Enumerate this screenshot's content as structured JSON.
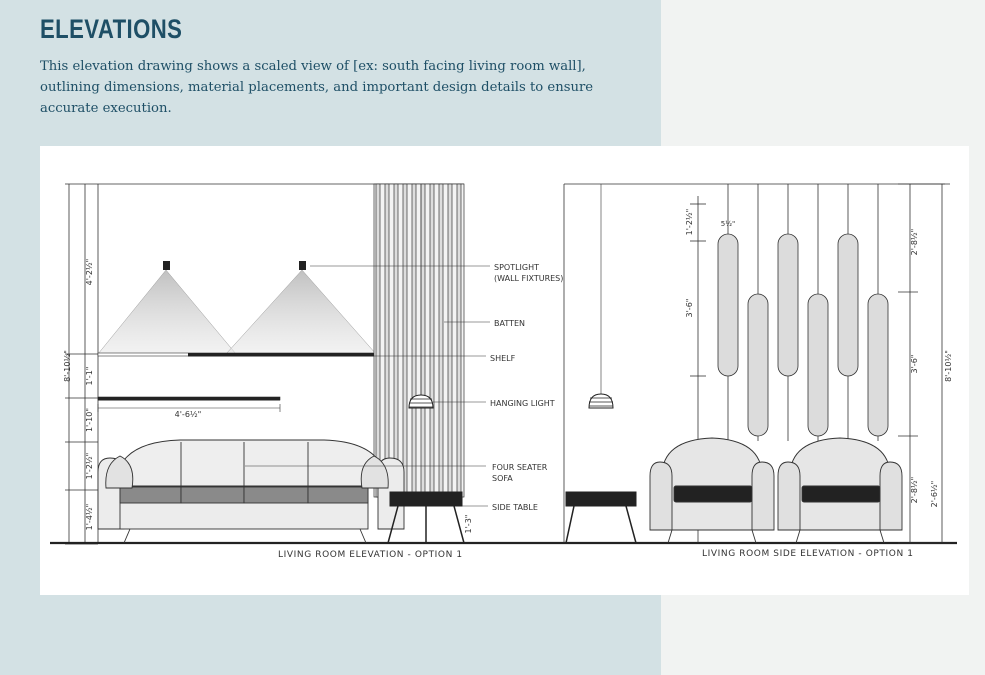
{
  "page": {
    "title": "ELEVATIONS",
    "description": "This elevation drawing shows a scaled view of [ex: south facing living room wall], outlining dimensions, material placements, and important design details to ensure accurate execution."
  },
  "colors": {
    "left_panel": "#d3e1e4",
    "right_panel": "#f1f3f2",
    "heading": "#1e4f66",
    "drawing_bg": "#ffffff",
    "line": "#333333"
  },
  "drawing": {
    "front": {
      "caption": "LIVING ROOM ELEVATION - OPTION 1",
      "labels": {
        "spotlight_1": "SPOTLIGHT",
        "spotlight_2": "(WALL FIXTURES)",
        "batten": "BATTEN",
        "shelf": "SHELF",
        "hanging_light": "HANGING LIGHT",
        "sofa_1": "FOUR SEATER",
        "sofa_2": "SOFA",
        "side_table": "SIDE TABLE"
      },
      "dimensions": {
        "overall_height": "8'-10½\"",
        "spot_height": "4'-2½\"",
        "shelf_gap": "1'-1\"",
        "lower_shelf": "1'-10\"",
        "sofa_back": "1'-2½\"",
        "sofa_seat": "1'-4½\"",
        "shelf_width": "4'-6½\"",
        "table_height": "1'-3\""
      }
    },
    "side": {
      "caption": "LIVING ROOM SIDE ELEVATION - OPTION 1",
      "dimensions": {
        "top_left": "1'-2½\"",
        "mid_left": "3'-6\"",
        "pendant_width": "5½\"",
        "top_right": "2'-8½\"",
        "mid_right": "3'-6\"",
        "low_right": "2'-8½\"",
        "base_right": "2'-6½\"",
        "overall_right": "8'-10½\""
      }
    }
  }
}
